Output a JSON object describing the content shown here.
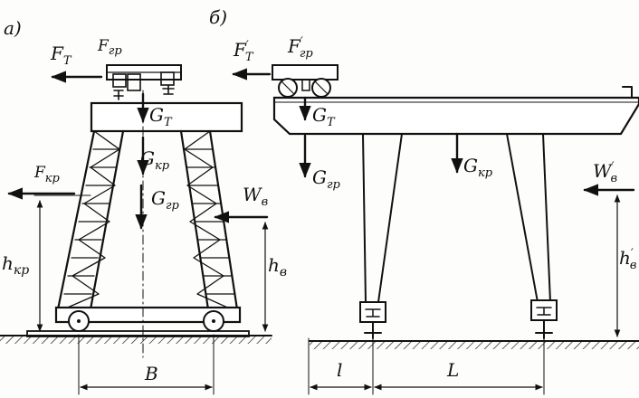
{
  "panel_a": {
    "tag": "а)",
    "labels": {
      "F_T": "F",
      "F_T_sub": "T",
      "F_gr": "F",
      "F_gr_sub": "гр",
      "G_T": "G",
      "G_T_sub": "T",
      "G_kr": "G",
      "G_kr_sub": "кр",
      "G_gr": "G",
      "G_gr_sub": "гр",
      "F_kr": "F",
      "F_kr_sub": "кр",
      "W_v": "W",
      "W_v_sub": "в",
      "h_kr": "h",
      "h_kr_sub": "кр",
      "h_v": "h",
      "h_v_sub": "в",
      "B": "B"
    }
  },
  "panel_b": {
    "tag": "б)",
    "labels": {
      "F_T": "F",
      "F_T_sub": "T",
      "F_T_prime": "′",
      "F_gr": "F",
      "F_gr_sub": "гр",
      "F_gr_prime": "′",
      "G_T": "G",
      "G_T_sub": "T",
      "G_gr": "G",
      "G_gr_sub": "гр",
      "G_kr": "G",
      "G_kr_sub": "кр",
      "W_v": "W",
      "W_v_sub": "в",
      "W_v_prime": "′",
      "h_v": "h",
      "h_v_sub": "в",
      "h_v_prime": "′",
      "l": "l",
      "L": "L"
    }
  }
}
